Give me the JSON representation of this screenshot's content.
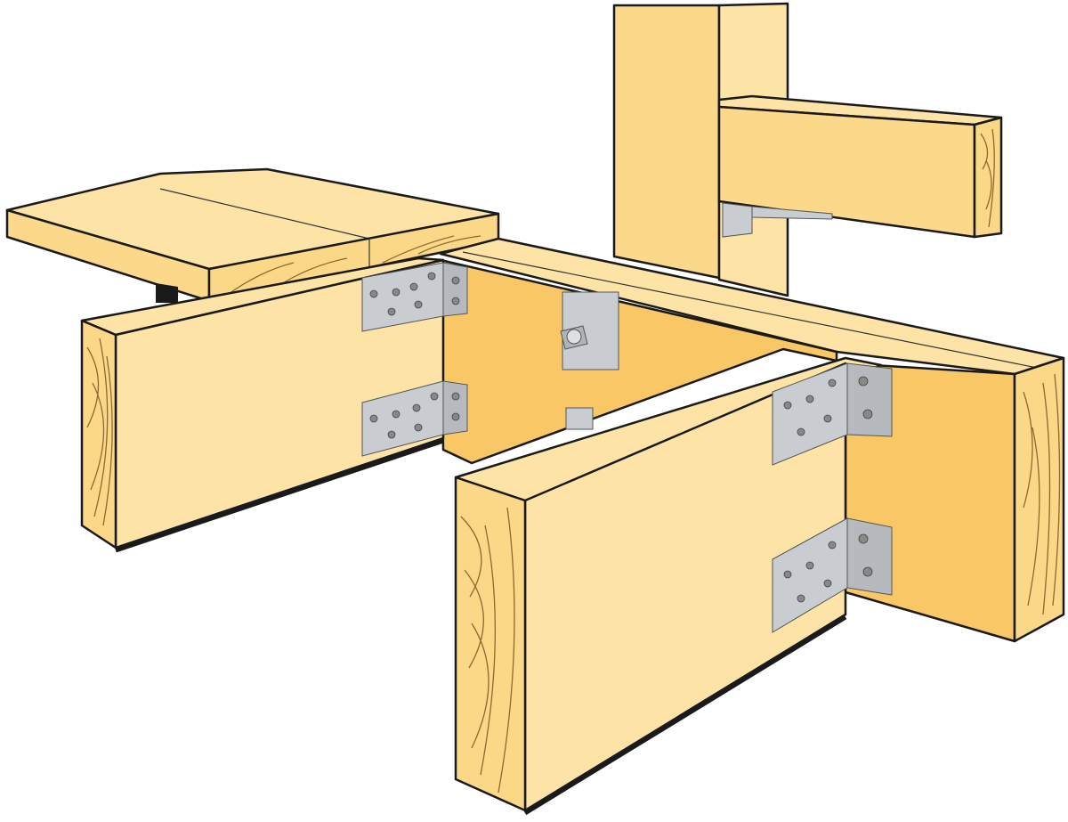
{
  "illustration": {
    "subject": "timber-beam-joints-with-angle-brackets",
    "colors": {
      "wood_light": "#fde3a6",
      "wood_mid": "#fcd98a",
      "wood_dark": "#f9c766",
      "end_grain": "#fbd888",
      "metal": "#c9ccd0",
      "outline": "#1a1a1a",
      "background": "#ffffff"
    },
    "icons": [
      "angle-bracket",
      "bolt-plate"
    ]
  }
}
